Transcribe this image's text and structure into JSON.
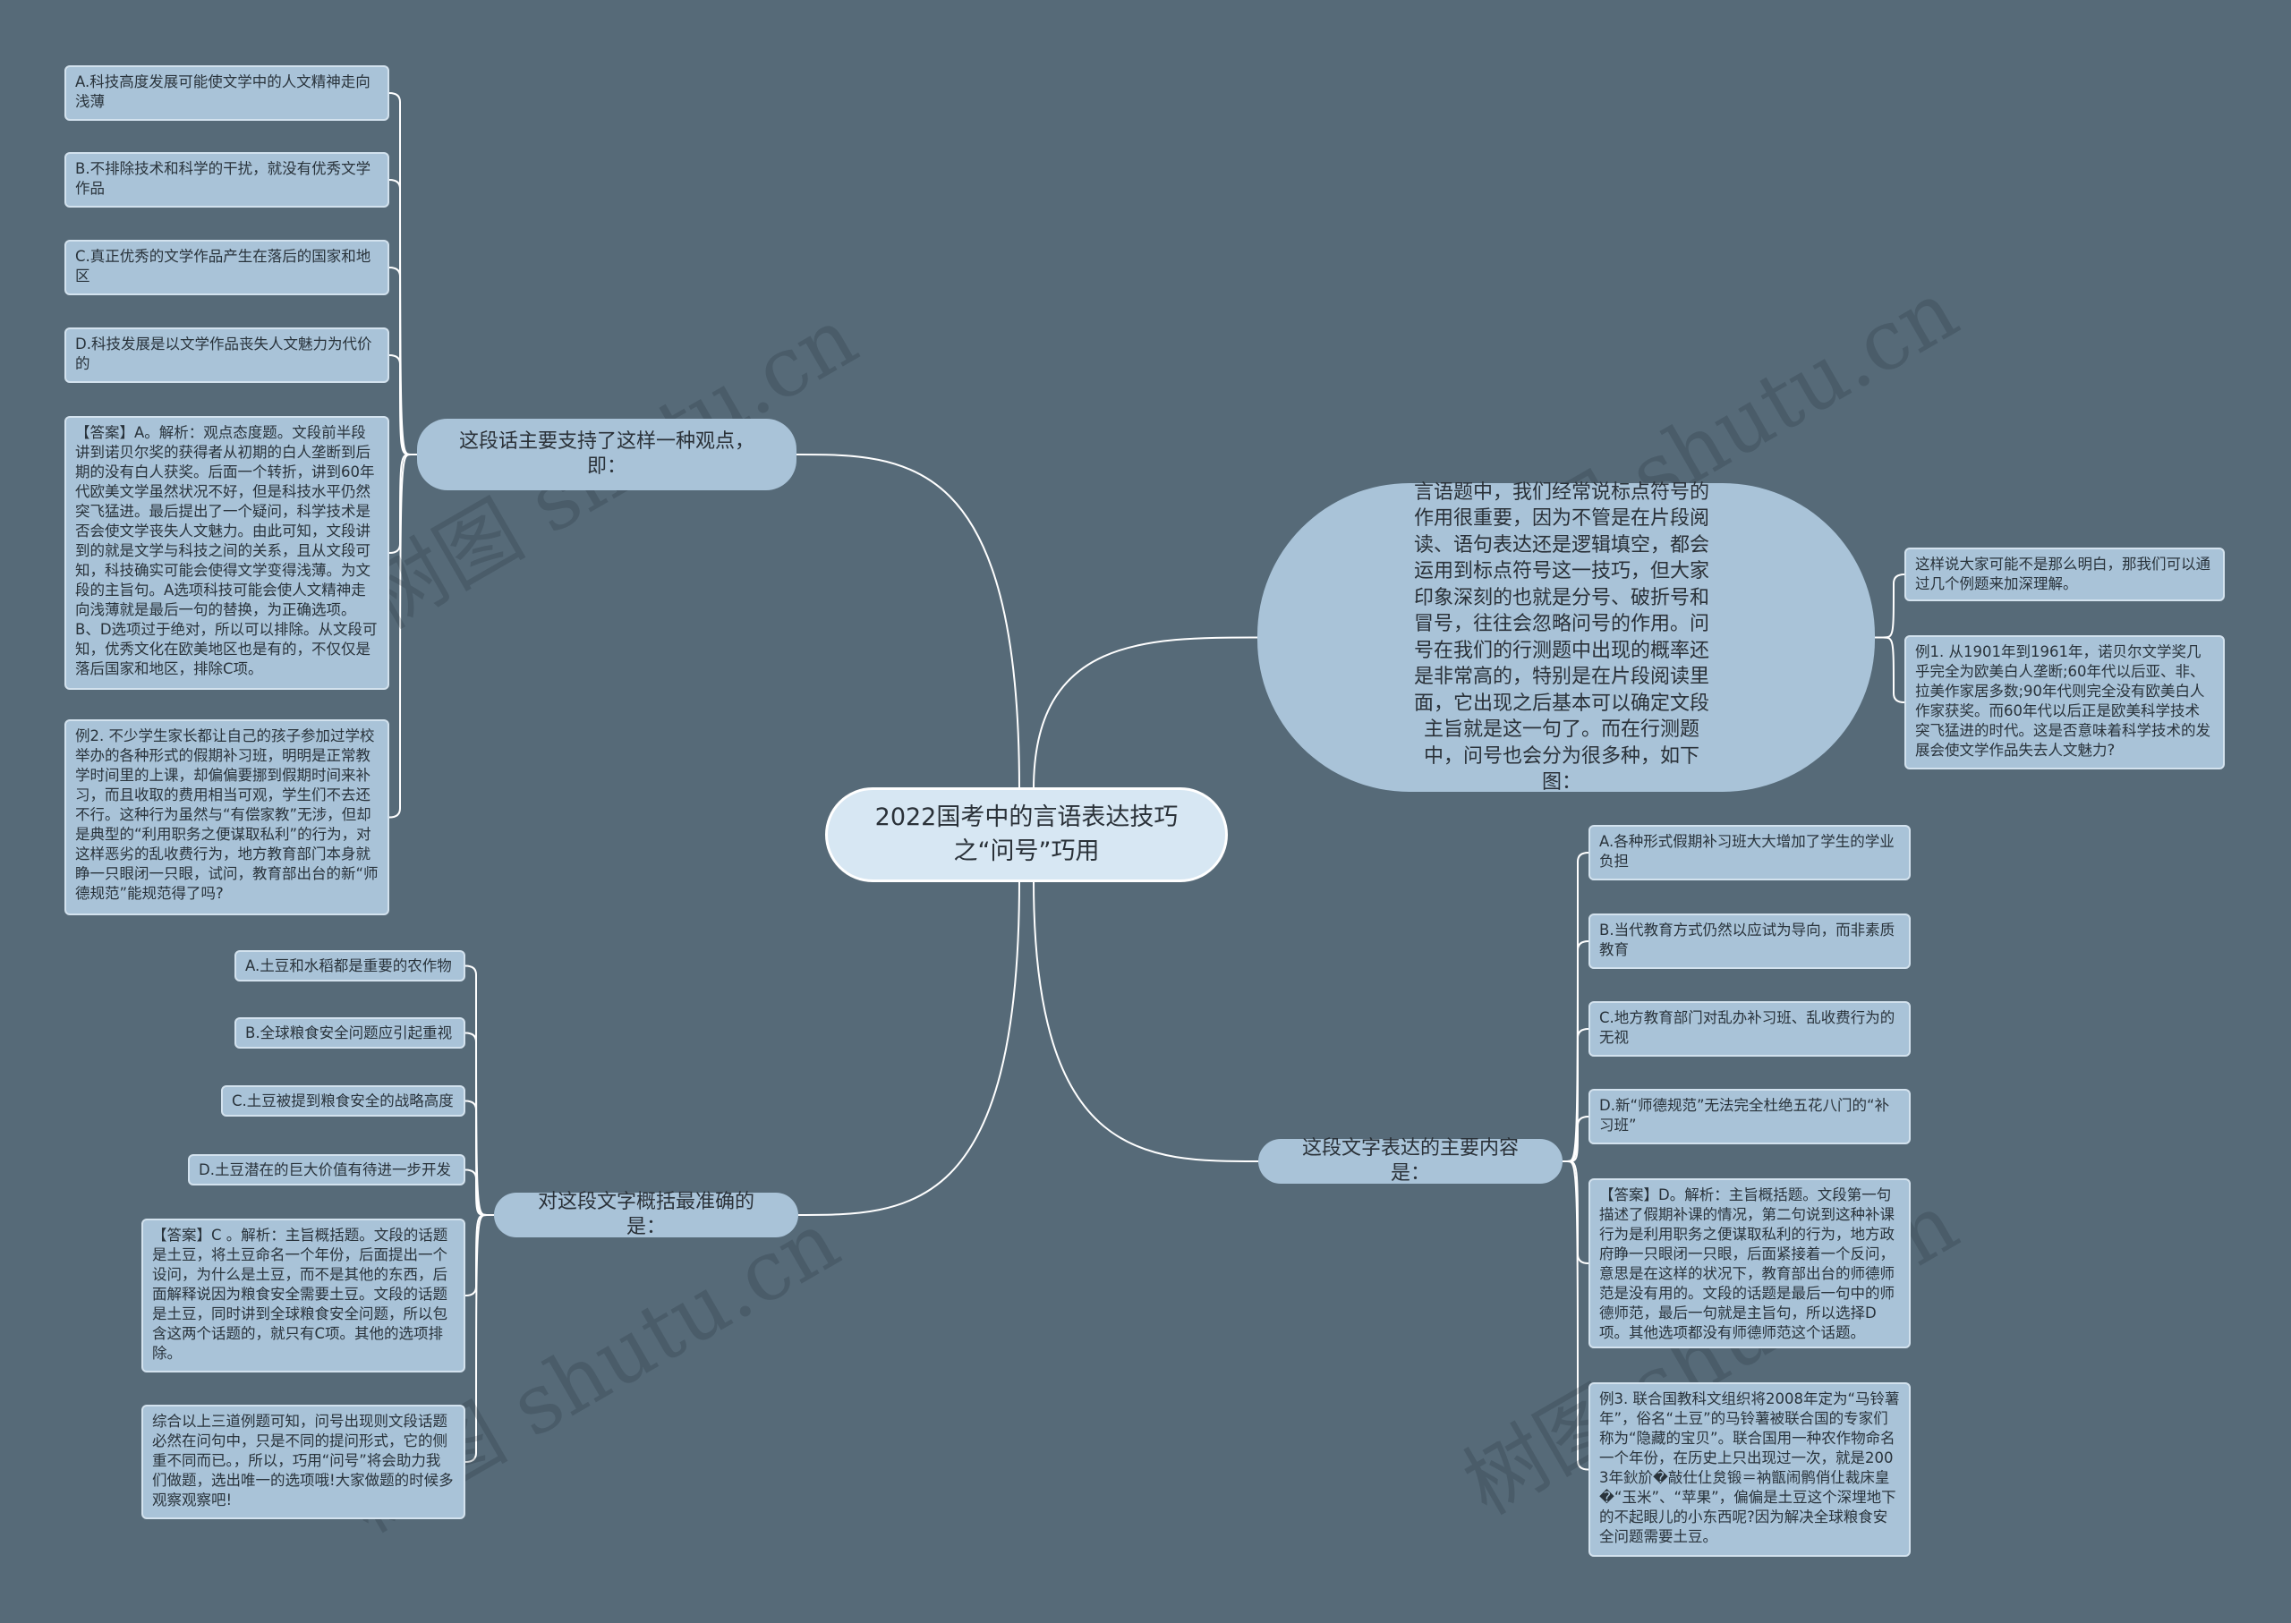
{
  "mindmap": {
    "root": "2022国考中的言语表达技巧之“问号”巧用",
    "intro": "言语题中，我们经常说标点符号的作用很重要，因为不管是在片段阅读、语句表达还是逻辑填空，都会运用到标点符号这一技巧，但大家印象深刻的也就是分号、破折号和冒号，往往会忽略问号的作用。问号在我们的行测题中出现的概率还是非常高的，特别是在片段阅读里面，它出现之后基本可以确定文段主旨就是这一句了。而在行测题中，问号也会分为很多种，如下图：",
    "intro_children": [
      "这样说大家可能不是那么明白，那我们可以通过几个例题来加深理解。",
      "例1. 从1901年到1961年，诺贝尔文学奖几乎完全为欧美白人垄断;60年代以后亚、非、拉美作家居多数;90年代则完全没有欧美白人作家获奖。而60年代以后正是欧美科学技术突飞猛进的时代。这是否意味着科学技术的发展会使文学作品失去人文魅力?"
    ],
    "branch_q1": "这段话主要支持了这样一种观点，即：",
    "q1_children": [
      "A.科技高度发展可能使文学中的人文精神走向浅薄",
      "B.不排除技术和科学的干扰，就没有优秀文学作品",
      "C.真正优秀的文学作品产生在落后的国家和地区",
      "D.科技发展是以文学作品丧失人文魅力为代价的",
      "【答案】A。解析：观点态度题。文段前半段讲到诺贝尔奖的获得者从初期的白人垄断到后期的没有白人获奖。后面一个转折，讲到60年代欧美文学虽然状况不好，但是科技水平仍然突飞猛进。最后提出了一个疑问，科学技术是否会使文学丧失人文魅力。由此可知，文段讲到的就是文学与科技之间的关系，且从文段可知，科技确实可能会使得文学变得浅薄。为文段的主旨句。A选项科技可能会使人文精神走向浅薄就是最后一句的替换，为正确选项。B、D选项过于绝对，所以可以排除。从文段可知，优秀文化在欧美地区也是有的，不仅仅是落后国家和地区，排除C项。",
      "例2. 不少学生家长都让自己的孩子参加过学校举办的各种形式的假期补习班，明明是正常教学时间里的上课，却偏偏要挪到假期时间来补习，而且收取的费用相当可观，学生们不去还不行。这种行为虽然与“有偿家教”无涉，但却是典型的“利用职务之便谋取私利”的行为，对这样恶劣的乱收费行为，地方教育部门本身就睁一只眼闭一只眼，试问，教育部出台的新“师德规范”能规范得了吗?"
    ],
    "branch_q2": "这段文字表达的主要内容是：",
    "q2_children": [
      "A.各种形式假期补习班大大增加了学生的学业负担",
      "B.当代教育方式仍然以应试为导向，而非素质教育",
      "C.地方教育部门对乱办补习班、乱收费行为的无视",
      "D.新“师德规范”无法完全杜绝五花八门的“补习班”",
      "【答案】D。解析：主旨概括题。文段第一句描述了假期补课的情况，第二句说到这种补课行为是利用职务之便谋取私利的行为，地方政府睁一只眼闭一只眼，后面紧接着一个反问，意思是在这样的状况下，教育部出台的师德师范是没有用的。文段的话题是最后一句中的师德师范，最后一句就是主旨句，所以选择D项。其他选项都没有师德师范这个话题。",
      "例3. 联合国教科文组织将2008年定为“马铃薯年”，俗名“土豆”的马铃薯被联合国的专家们称为“隐藏的宝贝”。联合国用一种农作物命名一个年份，在历史上只出现过一次，就是2003年鈥斺�敲仕仩炱锻＝衲甑闹鹘俏仩裁床皇�“玉米”、“苹果”，偏偏是土豆这个深埋地下的不起眼儿的小东西呢?因为解决全球粮食安全问题需要土豆。"
    ],
    "branch_q3": "对这段文字概括最准确的是：",
    "q3_children": [
      "A.土豆和水稻都是重要的农作物",
      "B.全球粮食安全问题应引起重视",
      "C.土豆被提到粮食安全的战略高度",
      "D.土豆潜在的巨大价值有待进一步开发",
      "【答案】C 。解析：主旨概括题。文段的话题是土豆，将土豆命名一个年份，后面提出一个设问，为什么是土豆，而不是其他的东西，后面解释说因为粮食安全需要土豆。文段的话题是土豆，同时讲到全球粮食安全问题，所以包含这两个话题的，就只有C项。其他的选项排除。",
      "综合以上三道例题可知，问号出现则文段话题必然在问句中，只是不同的提问形式，它的侧重不同而已。，所以，巧用“问号”将会助力我们做题，选出唯一的选项哦!大家做题的时候多观察观察吧!"
    ],
    "watermark": "树图 shutu.cn"
  },
  "colors": {
    "background": "#566a78",
    "node_fill": "#a9c3d8",
    "root_fill": "#d7e7f3",
    "link": "#ffffff"
  }
}
